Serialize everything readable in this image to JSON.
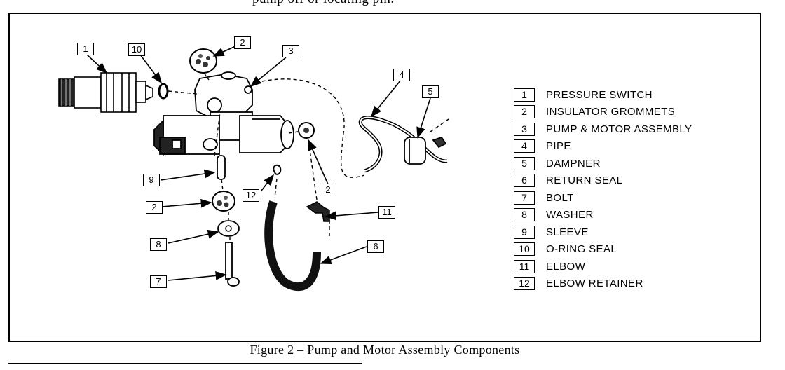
{
  "top_fragment": "pump   off   or   locating  pin.",
  "figure": {
    "caption": "Figure 2 – Pump and Motor Assembly Components"
  },
  "legend": [
    {
      "number": "1",
      "label": "PRESSURE SWITCH"
    },
    {
      "number": "2",
      "label": "INSULATOR GROMMETS"
    },
    {
      "number": "3",
      "label": "PUMP & MOTOR ASSEMBLY"
    },
    {
      "number": "4",
      "label": "PIPE"
    },
    {
      "number": "5",
      "label": "DAMPNER"
    },
    {
      "number": "6",
      "label": "RETURN SEAL"
    },
    {
      "number": "7",
      "label": "BOLT"
    },
    {
      "number": "8",
      "label": "WASHER"
    },
    {
      "number": "9",
      "label": "SLEEVE"
    },
    {
      "number": "10",
      "label": "O-RING SEAL"
    },
    {
      "number": "11",
      "label": "ELBOW"
    },
    {
      "number": "12",
      "label": "ELBOW RETAINER"
    }
  ],
  "callouts": {
    "c1": "1",
    "c10": "10",
    "c2_top": "2",
    "c3": "3",
    "c4": "4",
    "c5": "5",
    "c9": "9",
    "c12": "12",
    "c2_mid": "2",
    "c2_low": "2",
    "c11": "11",
    "c8": "8",
    "c6": "6",
    "c7": "7"
  }
}
